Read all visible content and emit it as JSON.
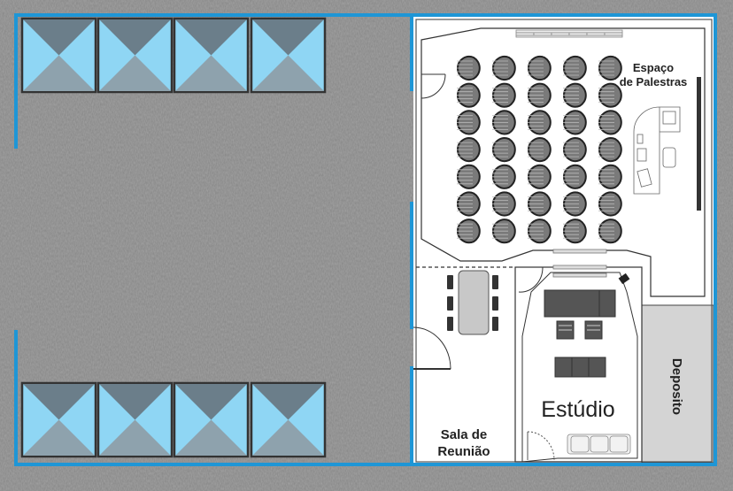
{
  "rooms": {
    "lecture": {
      "line1": "Espaço",
      "line2": "de Palestras"
    },
    "meeting": {
      "line1": "Sala de",
      "line2": "Reunião"
    },
    "studio": {
      "label": "Estúdio"
    },
    "storage": {
      "label": "Deposito"
    }
  },
  "lecture_seating": {
    "rows": 7,
    "columns": 5
  },
  "meeting_chairs": 6,
  "colors": {
    "wall": "#1e96d6",
    "carpet": "#858585",
    "floor": "#ffffff",
    "storage": "#d4d4d4",
    "window_light": "#8fd6f4",
    "window_dark": "#6b7e8a",
    "window_mid": "#8ea2ad"
  }
}
